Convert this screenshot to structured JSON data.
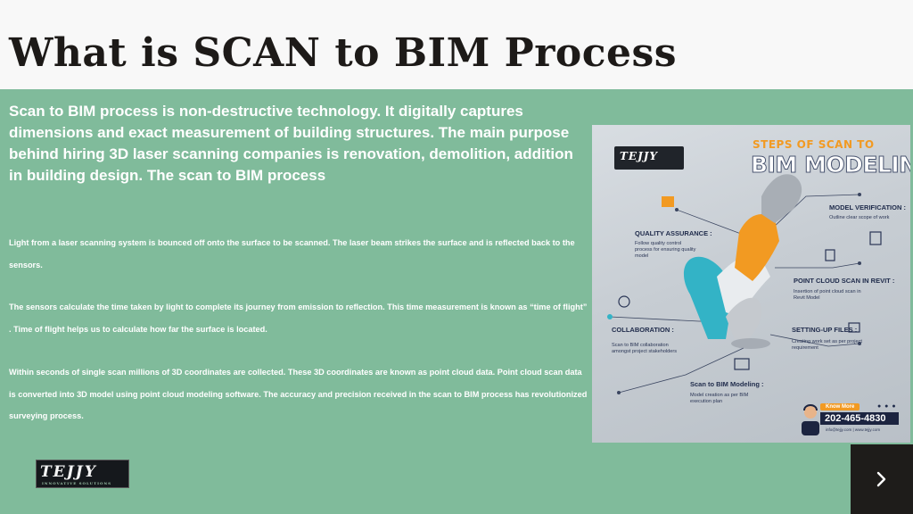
{
  "slide": {
    "title": "What is SCAN to BIM Process",
    "lead": "Scan to BIM process is non-destructive technology. It digitally captures dimensions and exact measurement of building structures. The main purpose behind hiring 3D laser scanning companies is renovation, demolition, addition in building design. The scan to BIM process",
    "paragraphs": [
      "Light from a laser scanning system is bounced off onto the surface to be scanned. The laser beam strikes the surface and is reflected back to the sensors.",
      "The sensors calculate the time taken by light to complete its journey from emission to reflection. This time measurement is known as “time of flight” . Time of flight helps us to calculate how far the surface is located.",
      "Within seconds of single scan millions of 3D coordinates are collected. These 3D coordinates are known as point cloud data. Point cloud scan data is converted into 3D model using point cloud modeling software. The accuracy and precision received in the scan to BIM process has revolutionized surveying process."
    ]
  },
  "infographic": {
    "logo": "TEJJY",
    "heading_top": "STEPS OF SCAN TO",
    "heading_main": "BIM MODELING",
    "steps": [
      {
        "title": "QUALITY ASSURANCE :",
        "text": "Follow quality control process for ensuring quality model"
      },
      {
        "title": "MODEL VERIFICATION :",
        "text": "Outline clear scope of work"
      },
      {
        "title": "POINT CLOUD SCAN IN REVIT :",
        "text": "Insertion of point cloud scan in Revit Model"
      },
      {
        "title": "COLLABORATION :",
        "text": "Scan to BIM collaboration amongst project stakeholders"
      },
      {
        "title": "SETTING-UP FILES :",
        "text": "Creating work set as per project requirement"
      },
      {
        "title": "Scan to BIM Modeling :",
        "text": "Model creation as per BIM execution plan"
      }
    ],
    "contact": {
      "button": "Know More",
      "phone": "202-465-4830",
      "email": "info@tejjy.com | www.tejjy.com"
    },
    "colors": {
      "accent": "#f29a22",
      "teal": "#33b3c6",
      "navy": "#1e2a4a"
    }
  },
  "footer": {
    "logo": "TEJJY",
    "logo_tag": "INNOVATIVE SOLUTIONS",
    "next_icon": "chevron-right-icon"
  },
  "theme": {
    "background": "#80bb9b",
    "title_bar": "#f8f8f8"
  }
}
